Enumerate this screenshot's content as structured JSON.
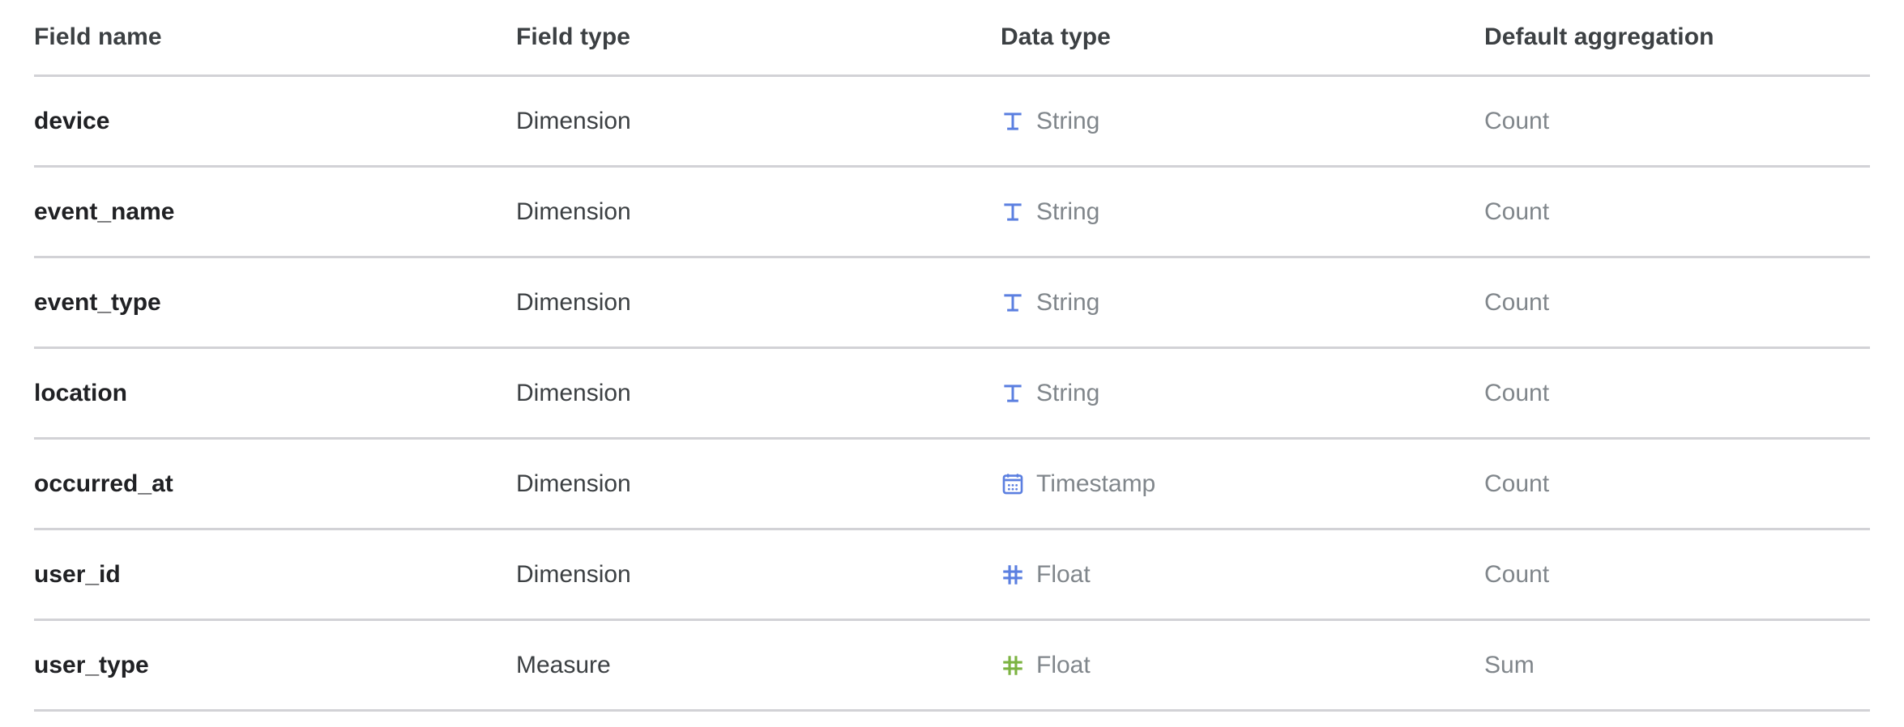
{
  "table": {
    "columns": [
      {
        "key": "field_name",
        "label": "Field name"
      },
      {
        "key": "field_type",
        "label": "Field type"
      },
      {
        "key": "data_type",
        "label": "Data type"
      },
      {
        "key": "default_agg",
        "label": "Default aggregation"
      }
    ],
    "rows": [
      {
        "field_name": "device",
        "field_type": "Dimension",
        "data_type": "String",
        "data_type_icon": "text-string-icon",
        "data_type_icon_color": "#5b7fe0",
        "default_agg": "Count"
      },
      {
        "field_name": "event_name",
        "field_type": "Dimension",
        "data_type": "String",
        "data_type_icon": "text-string-icon",
        "data_type_icon_color": "#5b7fe0",
        "default_agg": "Count"
      },
      {
        "field_name": "event_type",
        "field_type": "Dimension",
        "data_type": "String",
        "data_type_icon": "text-string-icon",
        "data_type_icon_color": "#5b7fe0",
        "default_agg": "Count"
      },
      {
        "field_name": "location",
        "field_type": "Dimension",
        "data_type": "String",
        "data_type_icon": "text-string-icon",
        "data_type_icon_color": "#5b7fe0",
        "default_agg": "Count"
      },
      {
        "field_name": "occurred_at",
        "field_type": "Dimension",
        "data_type": "Timestamp",
        "data_type_icon": "calendar-icon",
        "data_type_icon_color": "#5b7fe0",
        "default_agg": "Count"
      },
      {
        "field_name": "user_id",
        "field_type": "Dimension",
        "data_type": "Float",
        "data_type_icon": "hash-number-icon",
        "data_type_icon_color": "#5b7fe0",
        "default_agg": "Count"
      },
      {
        "field_name": "user_type",
        "field_type": "Measure",
        "data_type": "Float",
        "data_type_icon": "hash-number-icon",
        "data_type_icon_color": "#7cb342",
        "default_agg": "Sum"
      }
    ]
  },
  "colors": {
    "dimension_icon_blue": "#5b7fe0",
    "measure_icon_green": "#7cb342",
    "divider": "#d2d2d6",
    "field_name_text": "#202124",
    "header_text": "#3c4043",
    "muted_text": "#80868b",
    "background": "#ffffff"
  }
}
